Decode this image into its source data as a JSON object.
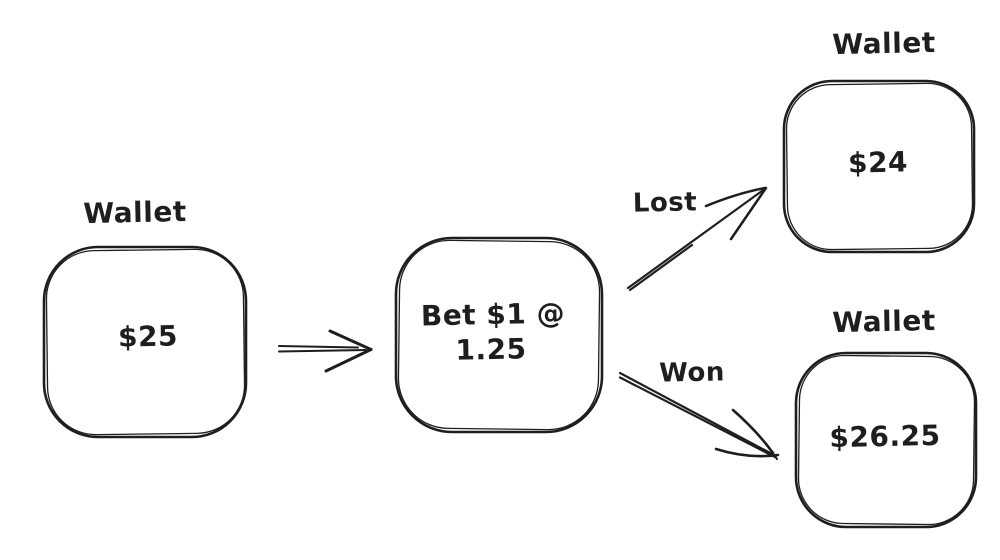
{
  "diagram": {
    "background_color": "#ffffff",
    "stroke_color": "#1e1e1e",
    "nodes": [
      {
        "id": "wallet-start",
        "label": "Wallet",
        "value": "$25"
      },
      {
        "id": "bet",
        "line1": "Bet $1 @",
        "line2": "1.25"
      },
      {
        "id": "wallet-lost",
        "label": "Wallet",
        "value": "$24"
      },
      {
        "id": "wallet-won",
        "label": "Wallet",
        "value": "$26.25"
      }
    ],
    "edges": [
      {
        "id": "wallet-to-bet"
      },
      {
        "id": "bet-to-lost",
        "label": "Lost"
      },
      {
        "id": "bet-to-won",
        "label": "Won"
      }
    ]
  }
}
